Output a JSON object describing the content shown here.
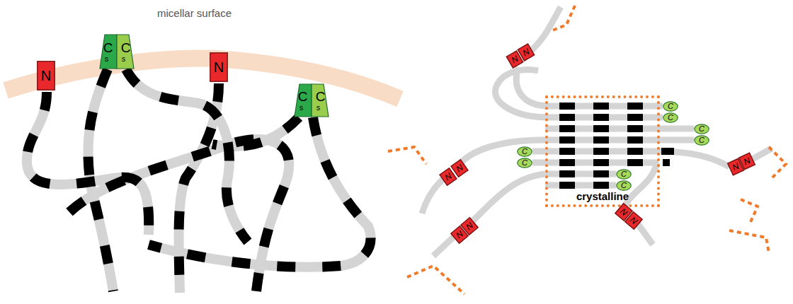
{
  "diagram": {
    "nodes": [
      {
        "text": [
          "N"
        ]
      },
      {
        "text": [
          "C",
          "s"
        ]
      },
      {
        "text": [
          "C",
          "s"
        ]
      },
      {
        "text": [
          "N"
        ]
      },
      {
        "text": [
          "C",
          "s"
        ]
      },
      {
        "text": [
          "C",
          "s"
        ]
      },
      {
        "text": [
          "crystalline"
        ]
      },
      {
        "text": [
          "N"
        ]
      },
      {
        "text": [
          "N"
        ]
      },
      {
        "text": [
          "C"
        ]
      },
      {
        "text": [
          "C"
        ]
      },
      {
        "text": [
          "C"
        ]
      },
      {
        "text": [
          "C"
        ]
      },
      {
        "text": [
          "N"
        ]
      },
      {
        "text": [
          "N"
        ]
      },
      {
        "text": [
          "C"
        ]
      },
      {
        "text": [
          "C"
        ]
      },
      {
        "text": [
          "N"
        ]
      },
      {
        "text": [
          "N"
        ]
      },
      {
        "text": [
          "C"
        ]
      },
      {
        "text": [
          "C"
        ]
      },
      {
        "text": [
          "N"
        ]
      },
      {
        "text": [
          "N"
        ]
      },
      {
        "text": [
          "N"
        ]
      },
      {
        "text": [
          "N"
        ]
      }
    ],
    "labels": [
      "micellar surface"
    ]
  }
}
